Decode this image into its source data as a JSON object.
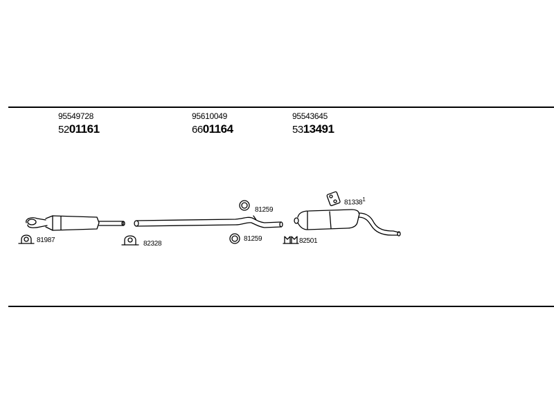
{
  "parts": [
    {
      "oe_number": "95549728",
      "article_prefix": "52",
      "article_main": "01161"
    },
    {
      "oe_number": "95610049",
      "article_prefix": "66",
      "article_main": "01164"
    },
    {
      "oe_number": "95543645",
      "article_prefix": "53",
      "article_main": "13491"
    }
  ],
  "callouts": {
    "clamp_front": "81987",
    "clamp_mid": "82328",
    "ring_upper": "81259",
    "ring_lower": "81259",
    "hanger_rear": "81338",
    "hanger_rear_note": "1",
    "bracket_rear": "82501"
  }
}
